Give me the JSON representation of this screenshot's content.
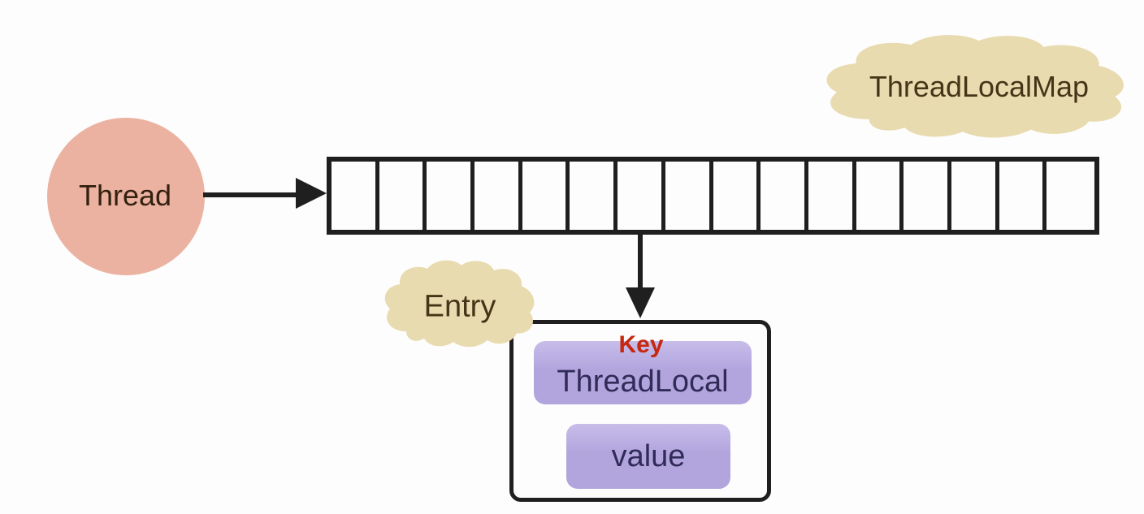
{
  "diagram": {
    "labels": {
      "thread": "Thread",
      "map": "ThreadLocalMap",
      "entry": "Entry",
      "key": "Key",
      "threadlocal": "ThreadLocal",
      "value": "value"
    },
    "array": {
      "cell_count": 16
    },
    "colors": {
      "bg": "#fdfdfd",
      "line_black": "#1f1f1f",
      "circle_fill": "#ecb2a1",
      "cloud_fill": "#e9dbb0",
      "purple_fill": "#b2a5de",
      "purple_fill_light": "#c7bde9",
      "key_red": "#c5270f",
      "thread_text": "#33200f",
      "cloud_text": "#453518",
      "navy_text": "#312b58"
    }
  }
}
